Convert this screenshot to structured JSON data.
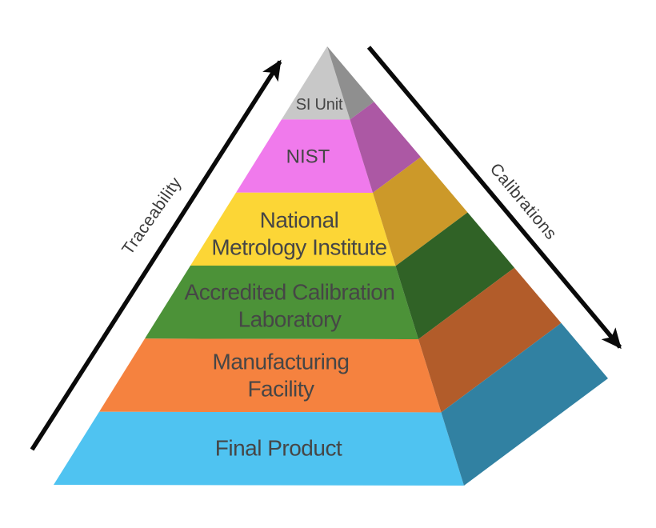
{
  "diagram": {
    "type": "pyramid-hierarchy",
    "subject": "Metrology traceability pyramid",
    "background": "#ffffff"
  },
  "colors": {
    "label_text": "#464646",
    "arrow_label": "#3a3a3a",
    "arrow": "#0a0a0a"
  },
  "pyramid": {
    "layers": [
      {
        "label": "SI Unit",
        "lines": [
          "SI Unit"
        ],
        "front": "#c8c8c8",
        "side": "#8f8f8f"
      },
      {
        "label": "NIST",
        "lines": [
          "NIST"
        ],
        "front": "#f07aec",
        "side": "#ac58a4"
      },
      {
        "label": "National Metrology Institute",
        "lines": [
          "National",
          "Metrology Institute"
        ],
        "front": "#fcd636",
        "side": "#cc9929"
      },
      {
        "label": "Accredited Calibration Laboratory",
        "lines": [
          "Accredited Calibration",
          "Laboratory"
        ],
        "front": "#4c9238",
        "side": "#306226"
      },
      {
        "label": "Manufacturing Facility",
        "lines": [
          "Manufacturing",
          "Facility"
        ],
        "front": "#f5823f",
        "side": "#b25c2a"
      },
      {
        "label": "Final Product",
        "lines": [
          "Final Product"
        ],
        "front": "#4fc3f1",
        "side": "#3181a2"
      }
    ]
  },
  "arrows": {
    "traceability": {
      "label": "Traceability",
      "direction": "up-right",
      "color": "#0a0a0a"
    },
    "calibrations": {
      "label": "Calibrations",
      "direction": "down-right",
      "color": "#0a0a0a"
    }
  }
}
